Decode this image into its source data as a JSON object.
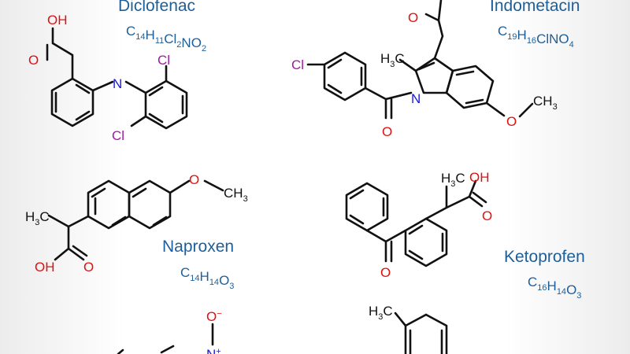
{
  "molecules": [
    {
      "name": "Diclofenac",
      "formula": [
        [
          "C",
          "14"
        ],
        [
          "H",
          "11"
        ],
        [
          "Cl",
          "2"
        ],
        [
          "N",
          ""
        ],
        [
          "O",
          "2"
        ]
      ]
    },
    {
      "name": "Indometacin",
      "formula": [
        [
          "C",
          "19"
        ],
        [
          "H",
          "16"
        ],
        [
          "Cl",
          ""
        ],
        [
          "N",
          ""
        ],
        [
          "O",
          "4"
        ]
      ]
    },
    {
      "name": "Naproxen",
      "formula": [
        [
          "C",
          "14"
        ],
        [
          "H",
          "14"
        ],
        [
          "O",
          "3"
        ]
      ]
    },
    {
      "name": "Ketoprofen",
      "formula": [
        [
          "C",
          "16"
        ],
        [
          "H",
          "14"
        ],
        [
          "O",
          "3"
        ]
      ]
    }
  ],
  "atoms": {
    "oh": "OH",
    "o": "O",
    "n": "N",
    "cl": "Cl",
    "ch3": "CH",
    "h3c": "H",
    "c": "C",
    "three": "3",
    "o_minus": "O",
    "minus": "−",
    "plus": "+"
  }
}
